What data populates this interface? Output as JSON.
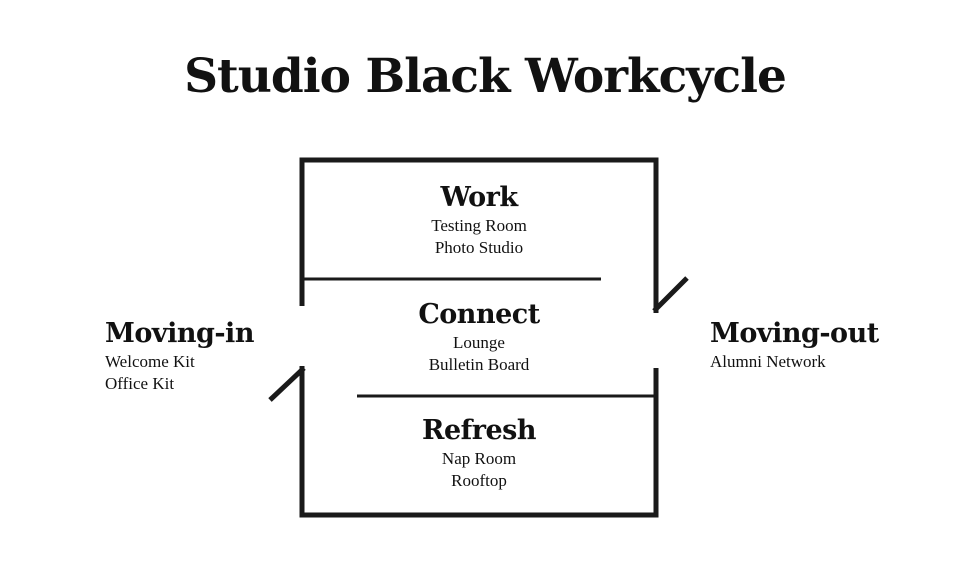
{
  "title": "Studio Black Workcycle",
  "sections": [
    {
      "heading": "Work",
      "items": [
        "Testing Room",
        "Photo Studio"
      ]
    },
    {
      "heading": "Connect",
      "items": [
        "Lounge",
        "Bulletin Board"
      ]
    },
    {
      "heading": "Refresh",
      "items": [
        "Nap Room",
        "Rooftop"
      ]
    }
  ],
  "moving_in": {
    "heading": "Moving-in",
    "items": [
      "Welcome Kit",
      "Office Kit"
    ]
  },
  "moving_out": {
    "heading": "Moving-out",
    "items": [
      "Alumni Network"
    ]
  },
  "colors": {
    "line": "#1a1a1a",
    "text": "#111111",
    "background": "#ffffff"
  }
}
